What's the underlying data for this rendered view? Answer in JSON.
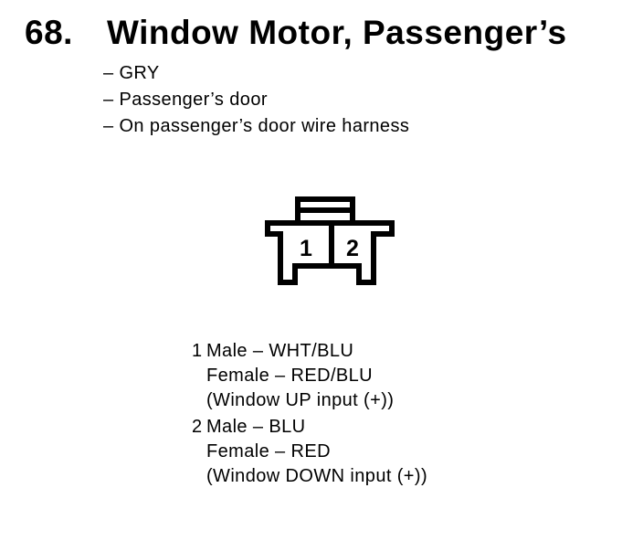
{
  "page": {
    "background_color": "#ffffff",
    "text_color": "#000000"
  },
  "section": {
    "number": "68.",
    "title": "Window Motor, Passenger’s",
    "details": [
      "– GRY",
      "– Passenger’s door",
      "– On passenger’s door wire harness"
    ]
  },
  "connector": {
    "outline_color": "#000000",
    "cavities": [
      {
        "label": "1"
      },
      {
        "label": "2"
      }
    ]
  },
  "pins": [
    {
      "number": "1",
      "lines": [
        "Male – WHT/BLU",
        "Female – RED/BLU",
        "(Window UP input (+))"
      ]
    },
    {
      "number": "2",
      "lines": [
        "Male – BLU",
        "Female – RED",
        "(Window DOWN input (+))"
      ]
    }
  ]
}
